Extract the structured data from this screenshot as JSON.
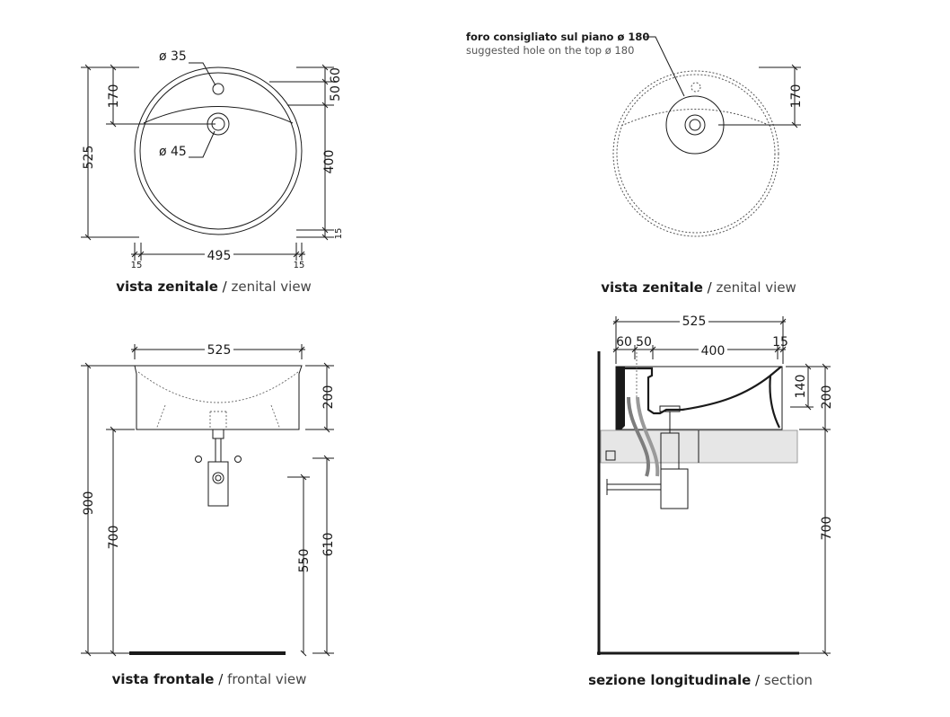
{
  "top_view": {
    "hole_small": "ø 35",
    "hole_large": "ø 45",
    "dim_total_depth": "525",
    "dim_hole_offset": "170",
    "dim_right_a": "50",
    "dim_right_b": "60",
    "dim_right_bowl": "400",
    "dim_right_bottom": "15",
    "dim_width": "495",
    "dim_left_margin": "15",
    "dim_right_margin": "15",
    "caption_bold": "vista zenitale",
    "caption_sep": " / ",
    "caption_en": "zenital view"
  },
  "top_view_alt": {
    "note_it": "foro consigliato sul piano ø 180",
    "note_en": "suggested hole on the top ø 180",
    "dim_hole_offset": "170",
    "caption_bold": "vista zenitale",
    "caption_sep": " / ",
    "caption_en": "zenital view"
  },
  "front_view": {
    "dim_width": "525",
    "dim_height_basin": "200",
    "dim_total_height": "900",
    "dim_counter": "700",
    "dim_waste_a": "550",
    "dim_waste_b": "610",
    "caption_bold": "vista frontale",
    "caption_sep": " / ",
    "caption_en": "frontal view"
  },
  "section_view": {
    "dim_total": "525",
    "dim_60": "60",
    "dim_50": "50",
    "dim_400": "400",
    "dim_15": "15",
    "dim_140": "140",
    "dim_200": "200",
    "dim_700": "700",
    "caption_bold": "sezione longitudinale",
    "caption_sep": " / ",
    "caption_en": "section"
  }
}
